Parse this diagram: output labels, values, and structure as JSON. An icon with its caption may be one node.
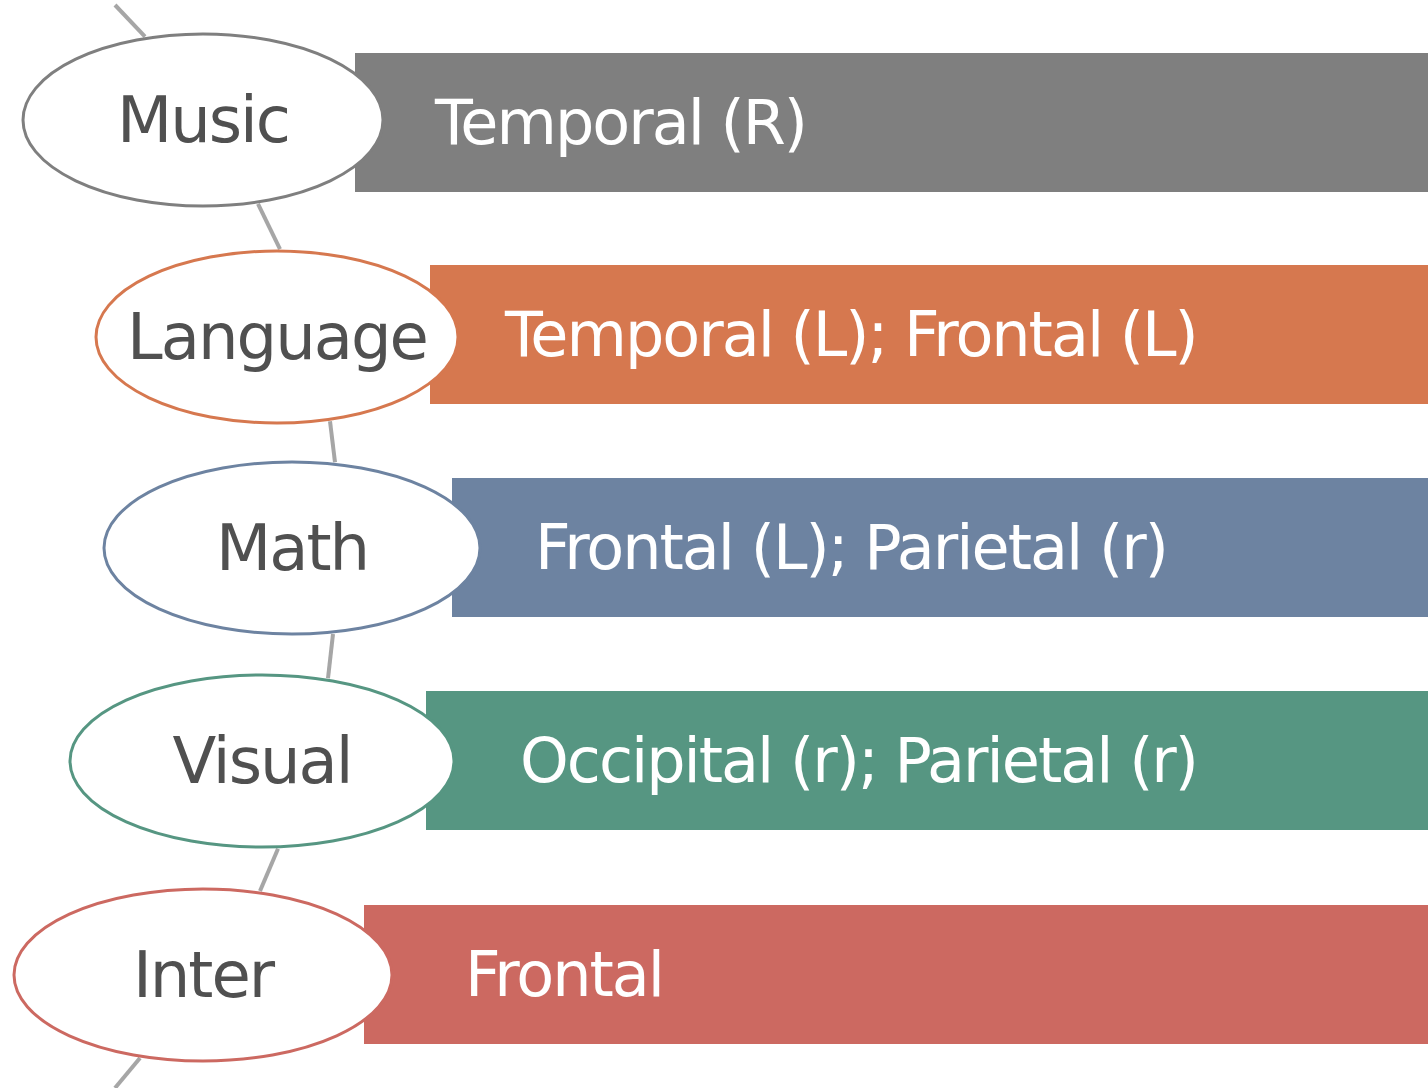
{
  "diagram": {
    "nodes": [
      {
        "text": [
          "Music"
        ]
      },
      {
        "text": [
          "Temporal (R)"
        ]
      },
      {
        "text": [
          "Language"
        ]
      },
      {
        "text": [
          "Temporal (L); Frontal (L)"
        ]
      },
      {
        "text": [
          "Math"
        ]
      },
      {
        "text": [
          "Frontal (L); Parietal (r)"
        ]
      },
      {
        "text": [
          "Visual"
        ]
      },
      {
        "text": [
          "Occipital (r); Parietal (r)"
        ]
      },
      {
        "text": [
          "Inter"
        ]
      },
      {
        "text": [
          "Frontal"
        ]
      }
    ],
    "edges": [
      {
        "from": null,
        "to": 0,
        "arrow": "none"
      },
      {
        "from": 0,
        "to": 2,
        "arrow": "none"
      },
      {
        "from": 2,
        "to": 4,
        "arrow": "none"
      },
      {
        "from": 4,
        "to": 6,
        "arrow": "none"
      },
      {
        "from": 6,
        "to": 8,
        "arrow": "none"
      },
      {
        "from": 8,
        "to": null,
        "arrow": "none"
      }
    ]
  }
}
